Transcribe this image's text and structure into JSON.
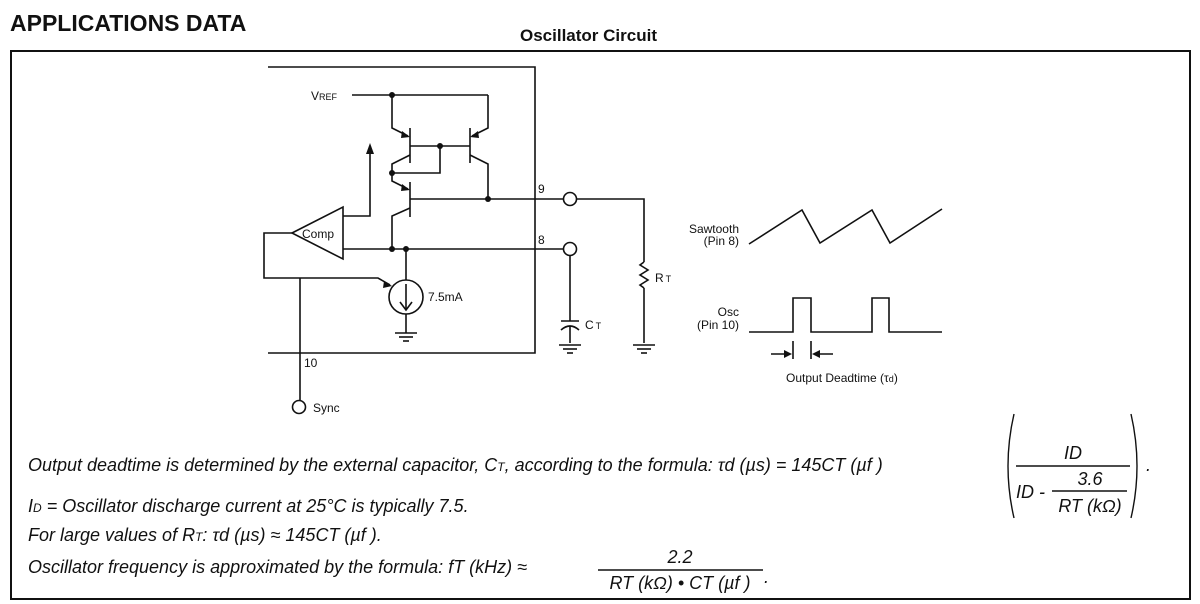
{
  "page": {
    "heading": "APPLICATIONS DATA",
    "subtitle": "Oscillator Circuit"
  },
  "circuit": {
    "vref_label": "V",
    "vref_sub": "REF",
    "comp_label": "Comp",
    "current_source_label": "7.5mA",
    "pin9_label": "9",
    "pin8_label": "8",
    "pin10_label": "10",
    "sync_label": "Sync",
    "rt_label": "R",
    "rt_sub": "T",
    "ct_label": "C",
    "ct_sub": "T"
  },
  "waveforms": {
    "sawtooth_label": "Sawtooth",
    "sawtooth_pin": "(Pin  8)",
    "osc_label": "Osc",
    "osc_pin": "(Pin  10)",
    "deadtime_label": "Output  Deadtime  (",
    "deadtime_symbol": "τ",
    "deadtime_sub": "d",
    "deadtime_close": ")"
  },
  "notes": {
    "line1_prefix": "Output deadtime is determined by the external capacitor, C",
    "line1_sub": "T",
    "line1_mid": ", according to the formula: τd (µs) = 145CT (µf )",
    "line1_frac_num": "ID",
    "line1_frac_den_prefix": "ID - ",
    "line1_inner_num": "3.6",
    "line1_inner_den": "RT (kΩ)",
    "line1_end": ".",
    "line2_prefix": "I",
    "line2_sub": "D",
    "line2_rest": " = Oscillator discharge current at 25°C is typically 7.5.",
    "line3_prefix": "For large values of R",
    "line3_sub": "T",
    "line3_rest": ": τd (µs) ≈ 145CT (µf ).",
    "line4_prefix": "Oscillator frequency is approximated by the formula: fT (kHz) ≈",
    "line4_num": "2.2",
    "line4_den": "RT (kΩ) • CT (µf )",
    "line4_end": "."
  }
}
